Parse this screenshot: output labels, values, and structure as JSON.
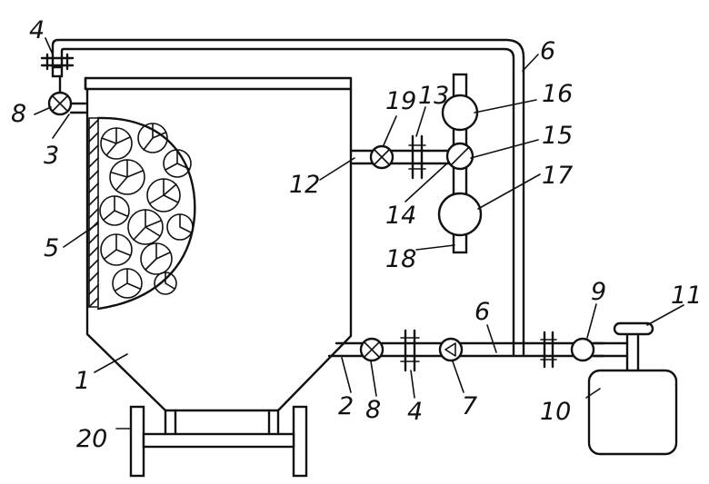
{
  "labels": {
    "l1": "1",
    "l2": "2",
    "l3": "3",
    "l4a": "4",
    "l4b": "4",
    "l5": "5",
    "l6a": "6",
    "l6b": "6",
    "l7": "7",
    "l8a": "8",
    "l8b": "8",
    "l9": "9",
    "l10": "10",
    "l11": "11",
    "l12": "12",
    "l13": "13",
    "l14": "14",
    "l15": "15",
    "l16": "16",
    "l17": "17",
    "l18": "18",
    "l19": "19",
    "l20": "20"
  }
}
